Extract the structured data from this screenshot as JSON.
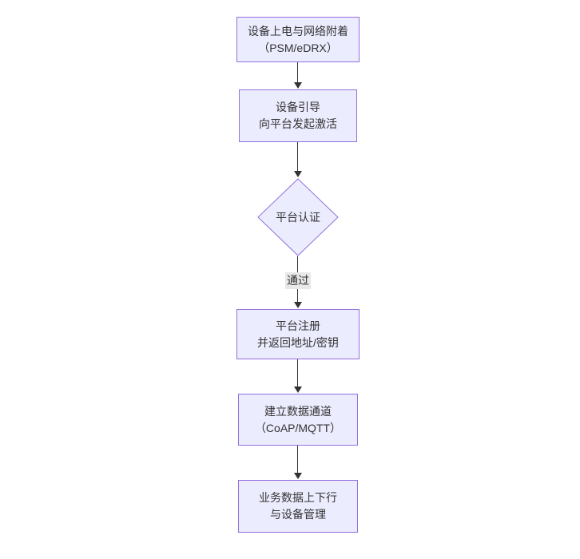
{
  "diagram": {
    "type": "flowchart",
    "direction": "top-down",
    "colors": {
      "background": "#ffffff",
      "node_fill": "#ECECFF",
      "node_border": "#9370DB",
      "text": "#333333",
      "edge": "#333333",
      "edge_label_bg": "#e8e8e8"
    },
    "nodes": [
      {
        "id": "power-attach",
        "type": "rect",
        "lines": [
          "设备上电与网络附着",
          "（PSM/eDRX）"
        ]
      },
      {
        "id": "bootstrap",
        "type": "rect",
        "lines": [
          "设备引导",
          "向平台发起激活"
        ]
      },
      {
        "id": "platform-auth",
        "type": "diamond",
        "label": "平台认证"
      },
      {
        "id": "platform-register",
        "type": "rect",
        "lines": [
          "平台注册",
          "并返回地址/密钥"
        ]
      },
      {
        "id": "data-channel",
        "type": "rect",
        "lines": [
          "建立数据通道",
          "（CoAP/MQTT）"
        ]
      },
      {
        "id": "business-data",
        "type": "rect",
        "lines": [
          "业务数据上下行",
          "与设备管理"
        ]
      }
    ],
    "edges": [
      {
        "from": "power-attach",
        "to": "bootstrap",
        "label": ""
      },
      {
        "from": "bootstrap",
        "to": "platform-auth",
        "label": ""
      },
      {
        "from": "platform-auth",
        "to": "platform-register",
        "label": "通过"
      },
      {
        "from": "platform-register",
        "to": "data-channel",
        "label": ""
      },
      {
        "from": "data-channel",
        "to": "business-data",
        "label": ""
      }
    ]
  }
}
